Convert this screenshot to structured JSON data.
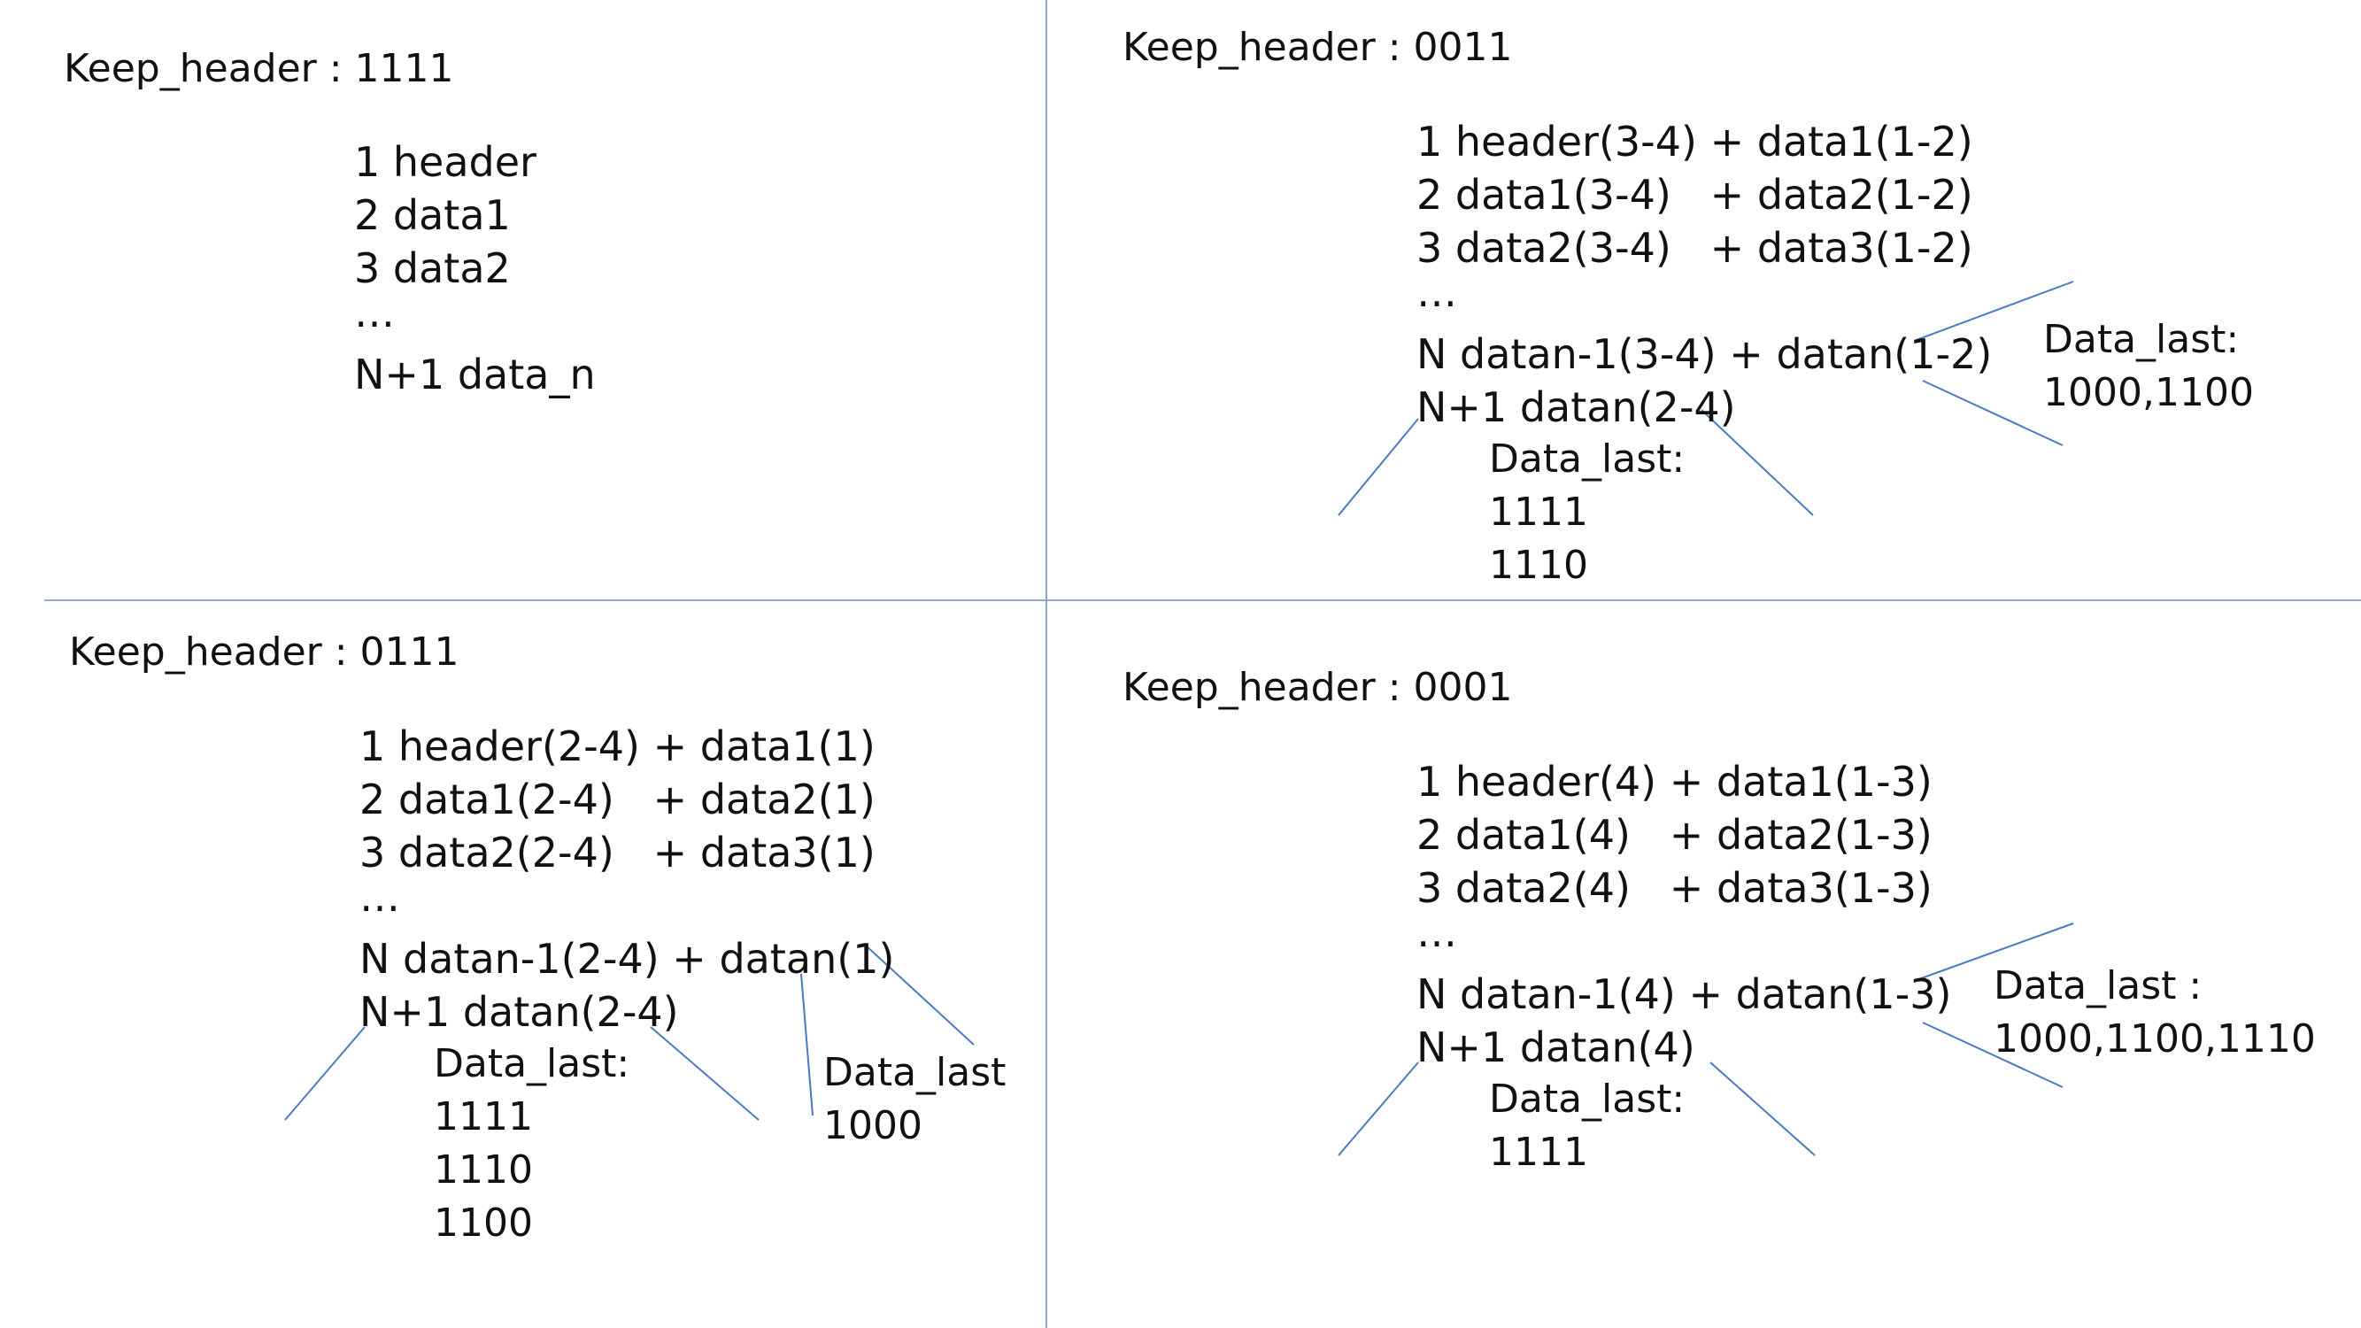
{
  "quadrants": {
    "top_left": {
      "title": "Keep_header : 1111",
      "lines": [
        "1 header",
        "2 data1",
        "3 data2",
        "…",
        "N+1 data_n"
      ]
    },
    "top_right": {
      "title": "Keep_header : 0011",
      "lines": [
        "1 header(3-4) + data1(1-2)",
        "2 data1(3-4)   + data2(1-2)",
        "3 data2(3-4)   + data3(1-2)",
        "…",
        "N datan-1(3-4) + datan(1-2)",
        "N+1 datan(2-4)"
      ],
      "note_under": [
        "Data_last:",
        "1111",
        "1110"
      ],
      "note_side": [
        "Data_last:",
        "1000,1100"
      ]
    },
    "bottom_left": {
      "title": "Keep_header : 0111",
      "lines": [
        "1 header(2-4) + data1(1)",
        "2 data1(2-4)   + data2(1)",
        "3 data2(2-4)   + data3(1)",
        "…",
        "N datan-1(2-4) + datan(1)",
        "N+1 datan(2-4)"
      ],
      "note_under": [
        "Data_last:",
        "1111",
        "1110",
        "1100"
      ],
      "note_side": [
        "Data_last",
        "1000"
      ]
    },
    "bottom_right": {
      "title": "Keep_header : 0001",
      "lines": [
        "1 header(4) + data1(1-3)",
        "2 data1(4)   + data2(1-3)",
        "3 data2(4)   + data3(1-3)",
        "…",
        "N datan-1(4) + datan(1-3)",
        "N+1 datan(4)"
      ],
      "note_under": [
        "Data_last:",
        "1111"
      ],
      "note_side": [
        "Data_last :",
        "1000,1100,1110"
      ]
    }
  },
  "colors": {
    "divider": "#8fa8cf",
    "connector": "#4a7ac4",
    "text": "#111111"
  }
}
